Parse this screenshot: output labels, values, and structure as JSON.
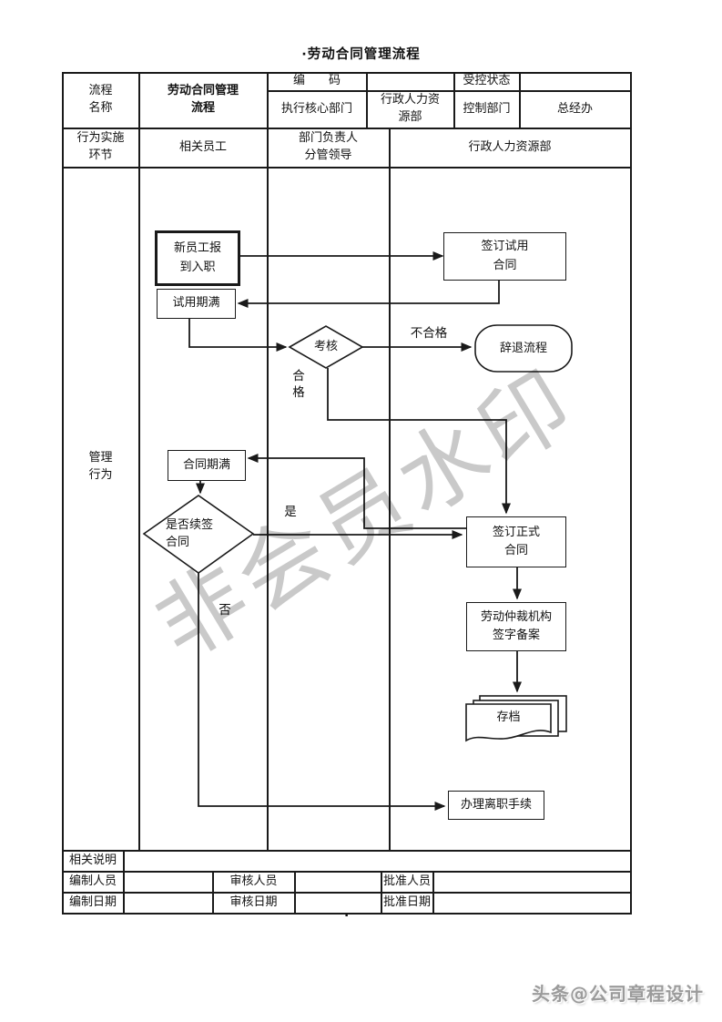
{
  "title": "·劳动合同管理流程",
  "colors": {
    "line": "#1a1a1a",
    "watermark": "#c6c6c6",
    "credit": "#9b9b9b"
  },
  "info_table": {
    "process_name_label": "流程\n名称",
    "process_name_value": "劳动合同管理\n流程",
    "code_label": "编　　码",
    "code_value": "",
    "controlled_state_label": "受控状态",
    "controlled_state_value": "",
    "exec_dept_label": "执行核心部门",
    "exec_dept_value": "行政人力资\n源部",
    "control_dept_label": "控制部门",
    "control_dept_value": "总经办"
  },
  "swimlanes": {
    "row_label": "行为实施\n环节",
    "lane1": "相关员工",
    "lane2": "部门负责人\n分管领导",
    "lane3": "行政人力资源部"
  },
  "flow": {
    "row_label": "管理\n行为",
    "nodes": {
      "start": "新员工报\n到入职",
      "sign_trial": "签订试用\n合同",
      "trial_end": "试用期满",
      "assess": "考核",
      "dismiss": "辞退流程",
      "contract_expire": "合同期满",
      "renew_decision": "是否续签\n合同",
      "sign_formal": "签订正式\n合同",
      "arbitration": "劳动仲裁机构\n签字备案",
      "archive": "存档",
      "resign": "办理离职手续"
    },
    "labels": {
      "fail": "不合格",
      "pass": "合\n格",
      "yes": "是",
      "no": "否"
    }
  },
  "footer": {
    "note_label": "相关说明",
    "note_value": "",
    "maker_label": "编制人员",
    "maker_value": "",
    "reviewer_label": "审核人员",
    "reviewer_value": "",
    "approver_label": "批准人员",
    "approver_value": "",
    "make_date_label": "编制日期",
    "make_date_value": "",
    "review_date_label": "审核日期",
    "review_date_value": "",
    "approve_date_label": "批准日期",
    "approve_date_value": ""
  },
  "watermark": "非会员水印",
  "credit": "头条@公司章程设计",
  "trailing_dot": "."
}
